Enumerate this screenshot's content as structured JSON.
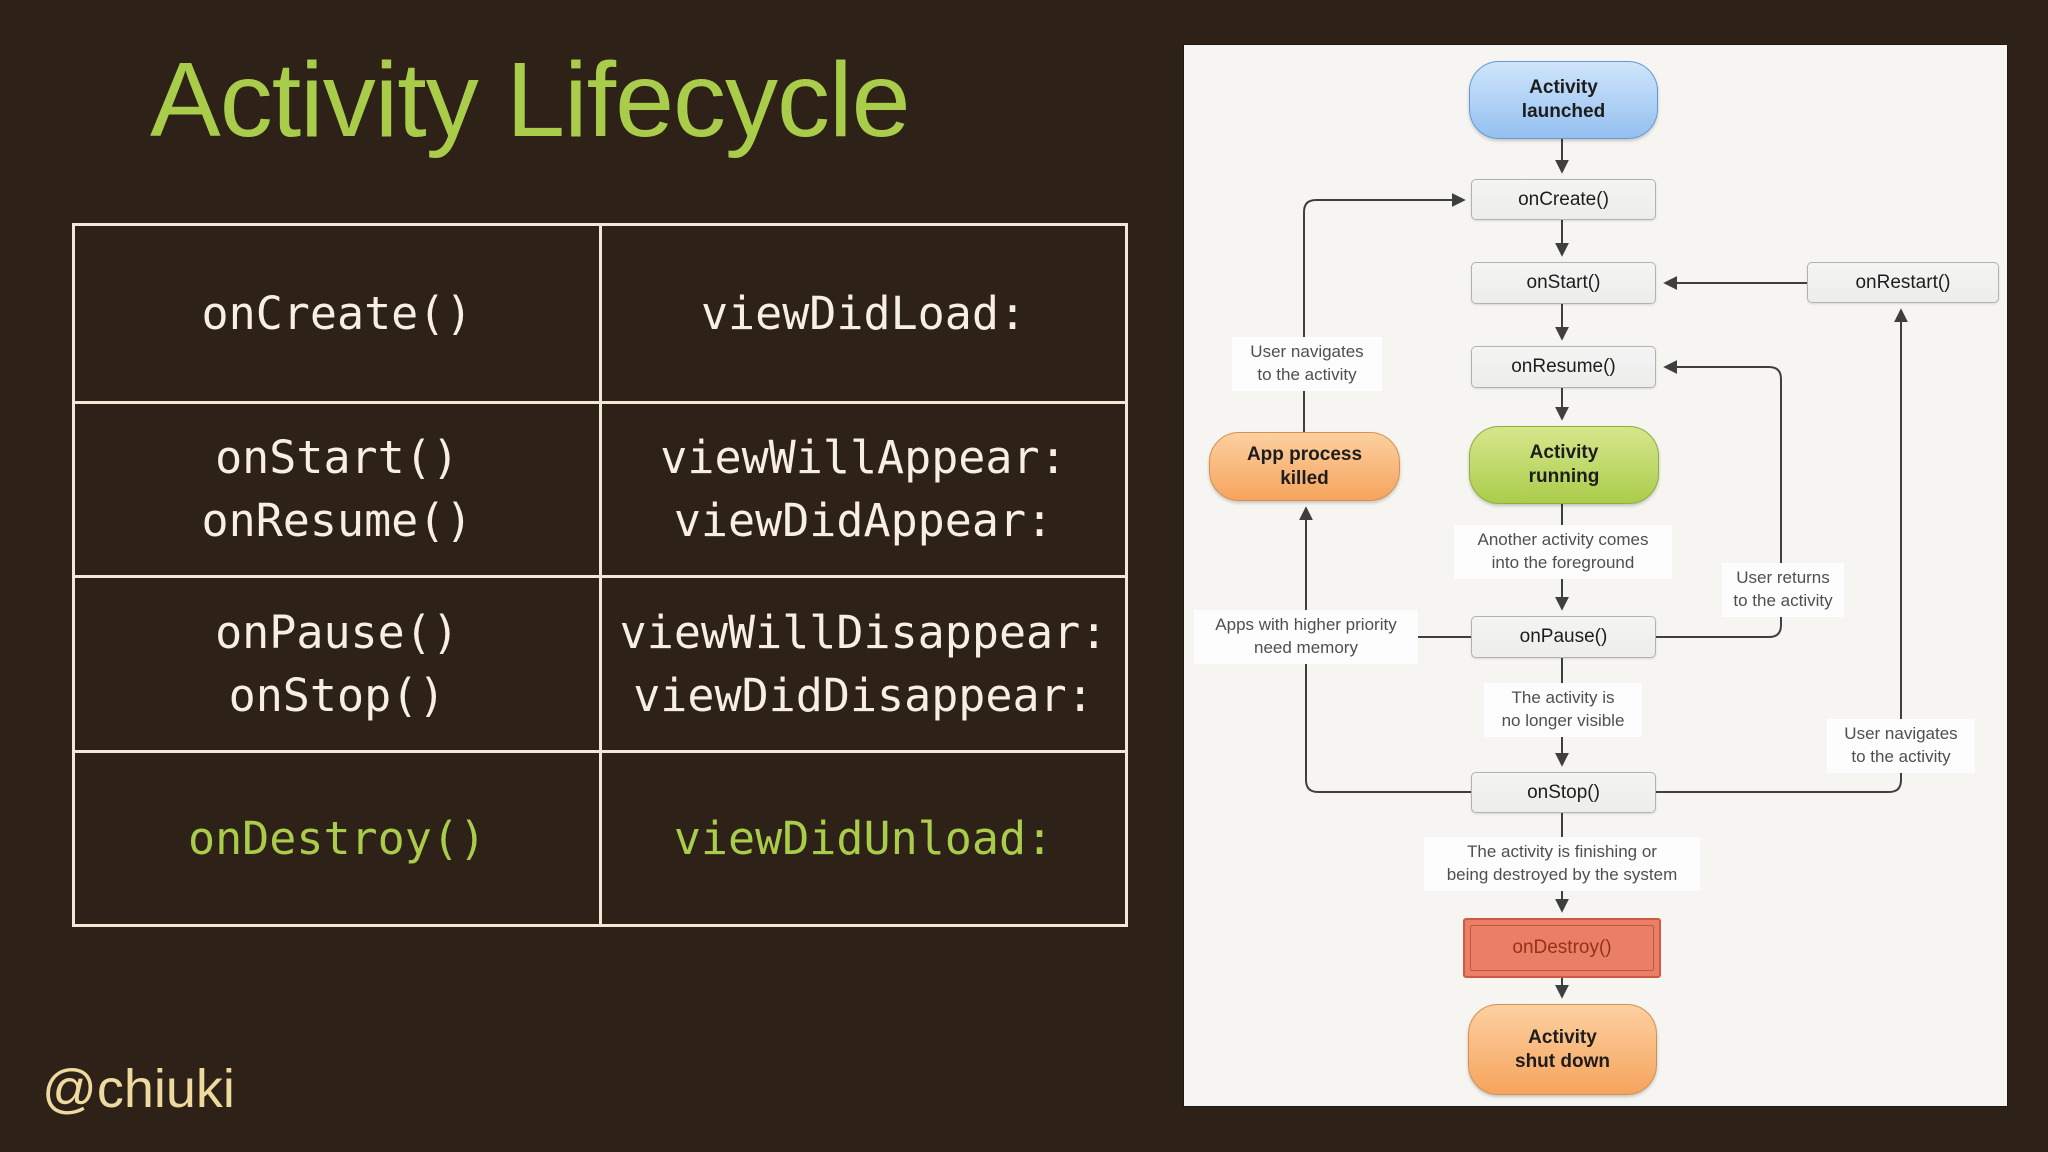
{
  "slide": {
    "title": "Activity Lifecycle",
    "handle": "@chiuki",
    "table": {
      "rows": [
        {
          "left": [
            "onCreate()"
          ],
          "right": [
            "viewDidLoad:"
          ]
        },
        {
          "left": [
            "onStart()",
            "onResume()"
          ],
          "right": [
            "viewWillAppear:",
            "viewDidAppear:"
          ]
        },
        {
          "left": [
            "onPause()",
            "onStop()"
          ],
          "right": [
            "viewWillDisappear:",
            "viewDidDisappear:"
          ]
        },
        {
          "left": [
            "onDestroy()"
          ],
          "right": [
            "viewDidUnload:"
          ]
        }
      ]
    }
  },
  "diagram": {
    "nodes": {
      "activity_launched": "Activity\nlaunched",
      "oncreate": "onCreate()",
      "onstart": "onStart()",
      "onrestart": "onRestart()",
      "onresume": "onResume()",
      "activity_running": "Activity\nrunning",
      "app_process_killed": "App process\nkilled",
      "onpause": "onPause()",
      "onstop": "onStop()",
      "ondestroy": "onDestroy()",
      "activity_shut_down": "Activity\nshut down"
    },
    "labels": {
      "user_navigates_left": "User navigates\nto the activity",
      "another_activity": "Another activity comes\ninto the foreground",
      "user_returns": "User returns\nto the activity",
      "apps_priority": "Apps with higher priority\nneed memory",
      "no_longer_visible": "The activity is\nno longer visible",
      "user_navigates_right": "User navigates\nto the activity",
      "activity_finishing": "The activity is finishing or\nbeing destroyed by the system"
    }
  },
  "colors": {
    "background": "#2e2118",
    "accent_green": "#a9cd4b",
    "cream": "#f2e8d6",
    "handle_cream": "#eeda9e",
    "panel_bg": "#f6f5f2",
    "node_blue": "#94c0f0",
    "node_green": "#abcd4c",
    "node_orange": "#f6a45e",
    "node_red": "#e87f66",
    "arrow": "#3f3f3f"
  }
}
